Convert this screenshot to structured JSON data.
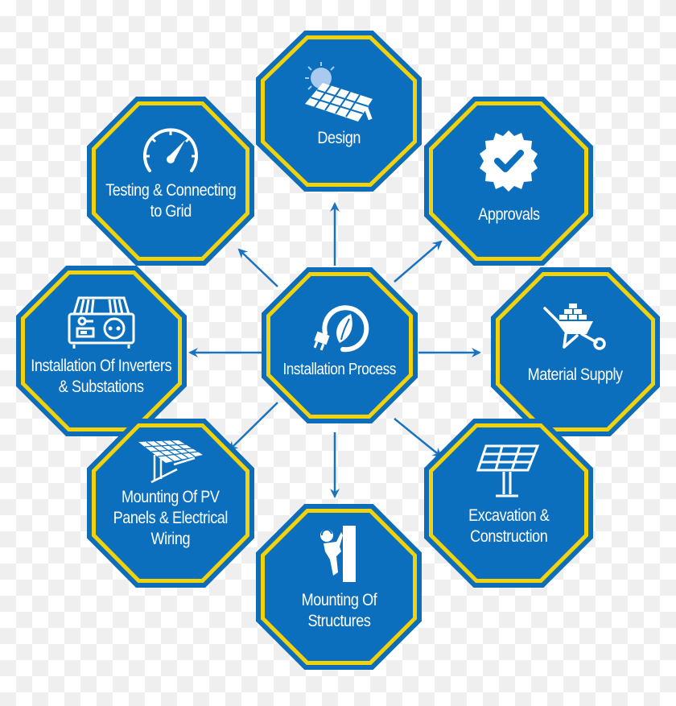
{
  "diagram": {
    "title": "Installation Process",
    "colors": {
      "octagon_blue": "#0b6fbd",
      "octagon_border_blue": "#0d6db8",
      "octagon_yellow_ring": "#f2d20a",
      "arrow_blue": "#1a73c0",
      "text": "#ffffff"
    },
    "center": {
      "label": "Installation Process",
      "icon": "eco-plug-leaf-icon"
    },
    "steps": [
      {
        "id": "design",
        "lines": [
          "Design"
        ],
        "icon": "solar-panel-sun-icon",
        "position": "top"
      },
      {
        "id": "approvals",
        "lines": [
          "Approvals"
        ],
        "icon": "verified-badge-check-icon",
        "position": "top-right"
      },
      {
        "id": "material-supply",
        "lines": [
          "Material Supply"
        ],
        "icon": "wheelbarrow-bricks-icon",
        "position": "right"
      },
      {
        "id": "excavation",
        "lines": [
          "Excavation &",
          "Construction"
        ],
        "icon": "solar-panel-on-pole-icon",
        "position": "bottom-right"
      },
      {
        "id": "mounting-structures",
        "lines": [
          "Mounting Of",
          "Structures"
        ],
        "icon": "climbing-worker-icon",
        "position": "bottom"
      },
      {
        "id": "mounting-pv",
        "lines": [
          "Mounting Of PV",
          "Panels & Electrical",
          "Wiring"
        ],
        "icon": "pv-array-on-stand-icon",
        "position": "bottom-left"
      },
      {
        "id": "inverters",
        "lines": [
          "Installation Of Inverters",
          "& Substations"
        ],
        "icon": "inverter-unit-icon",
        "position": "left"
      },
      {
        "id": "testing",
        "lines": [
          "Testing & Connecting",
          "to Grid"
        ],
        "icon": "speedometer-gauge-icon",
        "position": "top-left"
      }
    ]
  }
}
